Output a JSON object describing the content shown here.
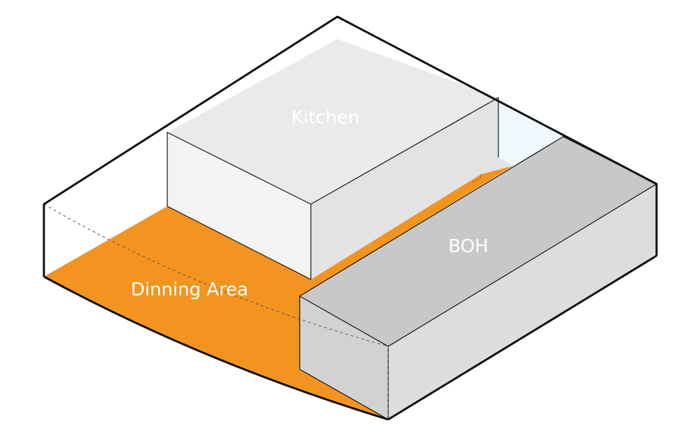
{
  "rooms": {
    "kitchen": {
      "label": "Kitchen"
    },
    "boh": {
      "label": "BOH"
    },
    "dining": {
      "label": "Dinning Area"
    }
  },
  "colors": {
    "dining_floor": "#F39420",
    "kitchen_top": "#EAEAEA",
    "kitchen_front": "#F3F3F3",
    "kitchen_side": "#E3E3E3",
    "boh_top": "#C8C8C8",
    "boh_front": "#D2D2D2",
    "boh_side": "#DDDDDD",
    "glass_panel": "#EEF8FD",
    "outline": "#111111",
    "dashed_line": "#555555"
  }
}
